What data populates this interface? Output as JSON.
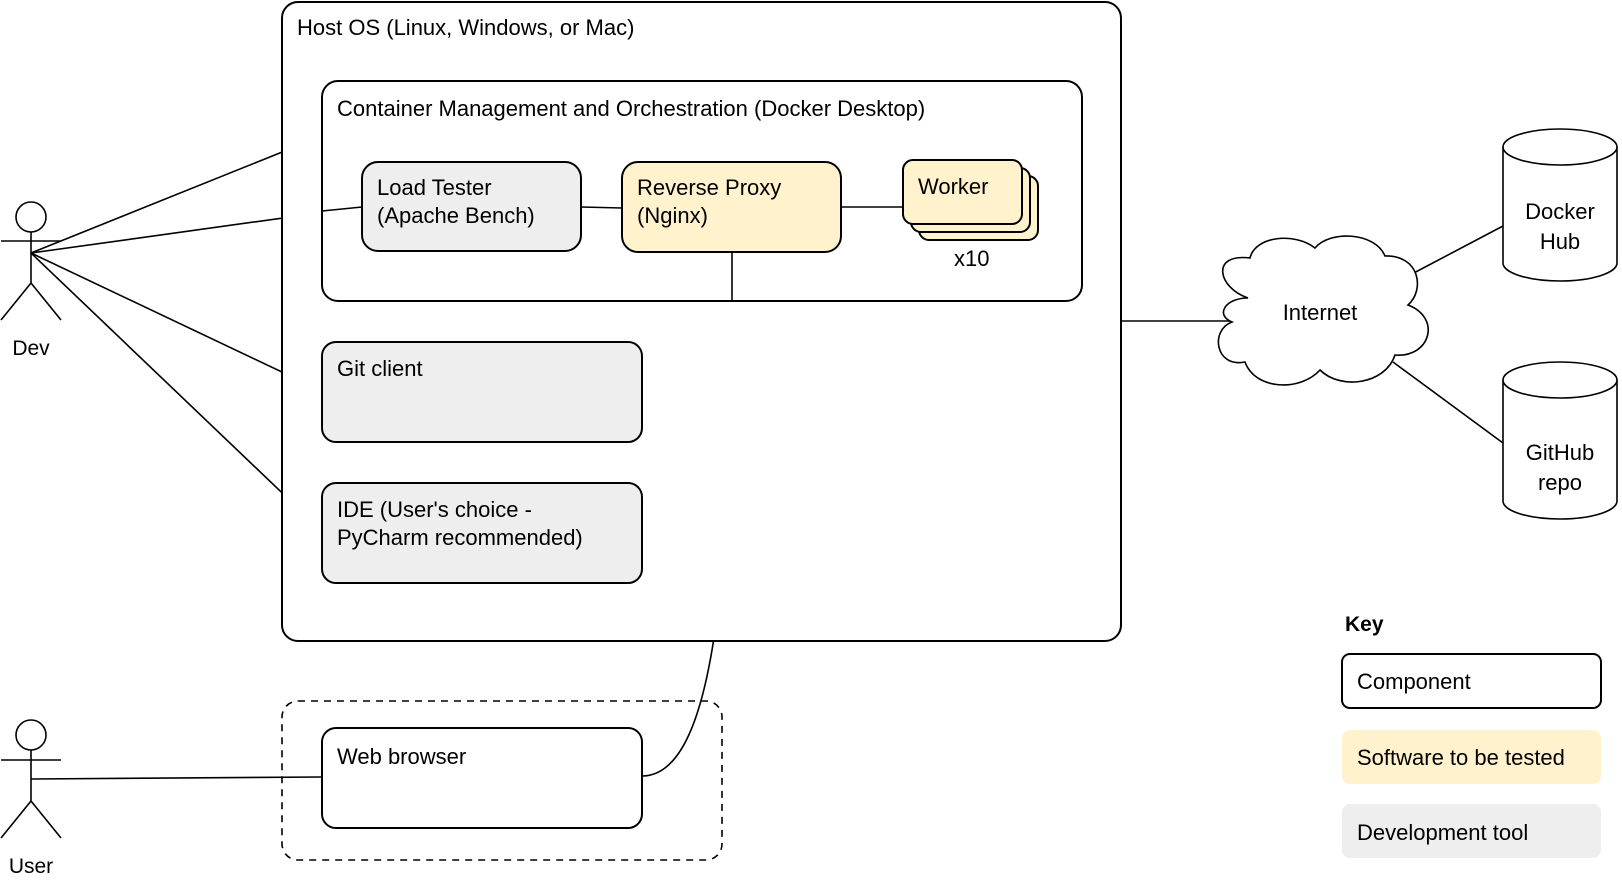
{
  "host": {
    "label": "Host OS (Linux, Windows, or Mac)"
  },
  "container": {
    "label": "Container Management and Orchestration (Docker Desktop)"
  },
  "load_tester": {
    "line1": "Load Tester",
    "line2": "(Apache Bench)"
  },
  "reverse_proxy": {
    "line1": "Reverse Proxy",
    "line2": "(Nginx)"
  },
  "worker": {
    "label": "Worker",
    "count": "x10"
  },
  "git_client": {
    "label": "Git client"
  },
  "ide": {
    "line1": "IDE (User's choice -",
    "line2": "PyCharm recommended)"
  },
  "web_browser": {
    "label": "Web browser"
  },
  "internet": {
    "label": "Internet"
  },
  "docker_hub": {
    "line1": "Docker",
    "line2": "Hub"
  },
  "github": {
    "line1": "GitHub",
    "line2": "repo"
  },
  "actors": {
    "dev": "Dev",
    "user": "User"
  },
  "key": {
    "title": "Key",
    "component": "Component",
    "software": "Software to be tested",
    "devtool": "Development tool"
  },
  "colors": {
    "component_fill": "#ffffff",
    "software_fill": "#fff2cc",
    "devtool_fill": "#eeeeee",
    "stroke": "#000000"
  }
}
